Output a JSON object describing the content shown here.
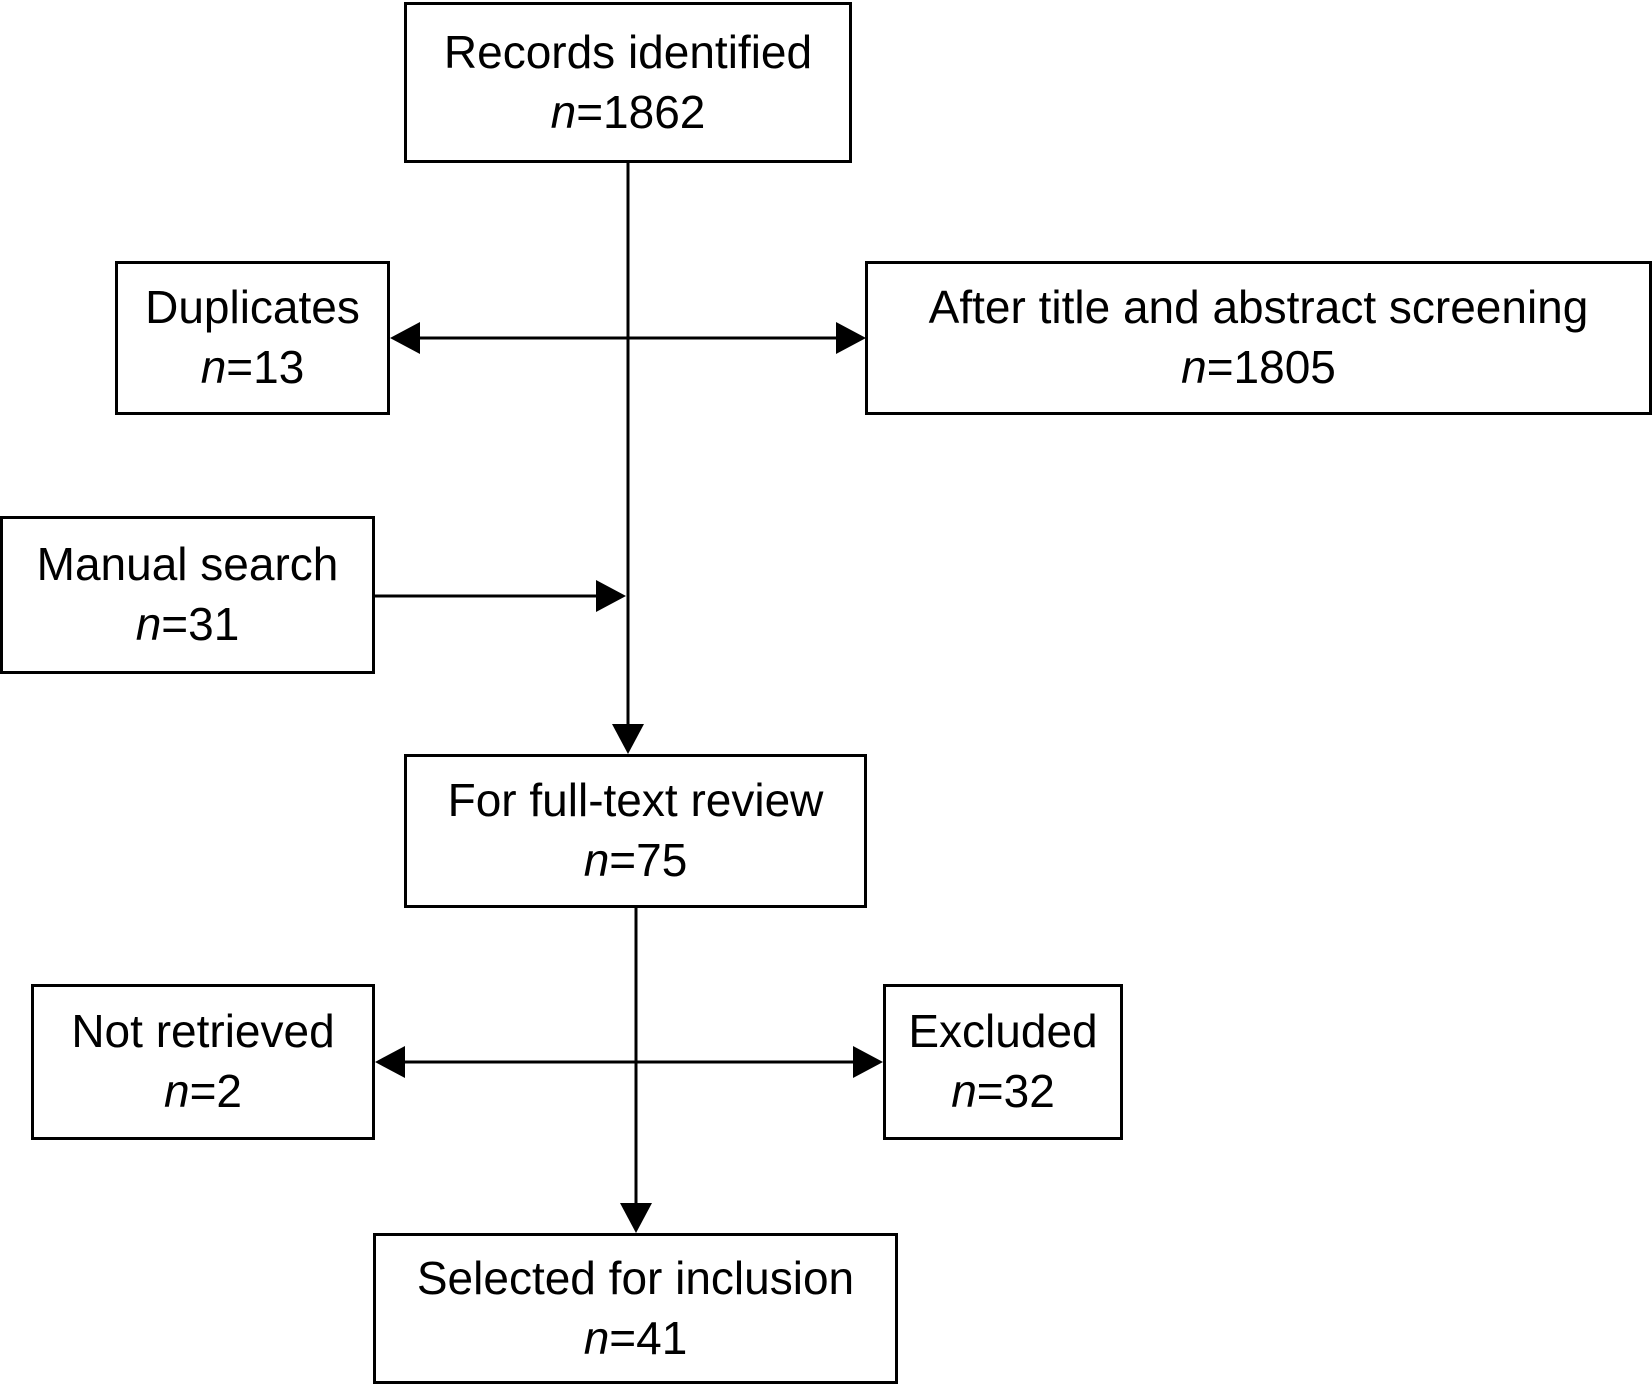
{
  "diagram": {
    "records_identified": {
      "label": "Records identified",
      "n_prefix": "n",
      "n_value": "=1862"
    },
    "duplicates": {
      "label": "Duplicates",
      "n_prefix": "n",
      "n_value": "=13"
    },
    "after_screening": {
      "label": "After title and abstract screening",
      "n_prefix": "n",
      "n_value": "=1805"
    },
    "manual_search": {
      "label": "Manual search",
      "n_prefix": "n",
      "n_value": "=31"
    },
    "full_text_review": {
      "label": "For full-text review",
      "n_prefix": "n",
      "n_value": "=75"
    },
    "not_retrieved": {
      "label": "Not retrieved",
      "n_prefix": "n",
      "n_value": "=2"
    },
    "excluded": {
      "label": "Excluded",
      "n_prefix": "n",
      "n_value": "=32"
    },
    "selected_for_inclusion": {
      "label": "Selected for inclusion",
      "n_prefix": "n",
      "n_value": "=41"
    }
  }
}
